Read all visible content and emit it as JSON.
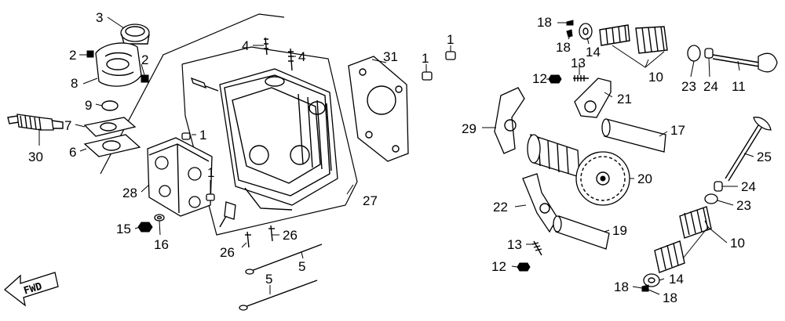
{
  "direction_label": "FWD",
  "callouts": [
    {
      "id": "c3",
      "text": "3"
    },
    {
      "id": "c2a",
      "text": "2"
    },
    {
      "id": "c2b",
      "text": "2"
    },
    {
      "id": "c8",
      "text": "8"
    },
    {
      "id": "c9",
      "text": "9"
    },
    {
      "id": "c7",
      "text": "7"
    },
    {
      "id": "c6",
      "text": "6"
    },
    {
      "id": "c30",
      "text": "30"
    },
    {
      "id": "c1a",
      "text": "1"
    },
    {
      "id": "c28",
      "text": "28"
    },
    {
      "id": "c1b",
      "text": "1"
    },
    {
      "id": "c15",
      "text": "15"
    },
    {
      "id": "c16",
      "text": "16"
    },
    {
      "id": "c4a",
      "text": "4"
    },
    {
      "id": "c4b",
      "text": "4"
    },
    {
      "id": "c31",
      "text": "31"
    },
    {
      "id": "c1c",
      "text": "1"
    },
    {
      "id": "c1d",
      "text": "1"
    },
    {
      "id": "c27",
      "text": "27"
    },
    {
      "id": "c26a",
      "text": "26"
    },
    {
      "id": "c26b",
      "text": "26"
    },
    {
      "id": "c5a",
      "text": "5"
    },
    {
      "id": "c5b",
      "text": "5"
    },
    {
      "id": "c18a",
      "text": "18"
    },
    {
      "id": "c18b",
      "text": "18"
    },
    {
      "id": "c14a",
      "text": "14"
    },
    {
      "id": "c13a",
      "text": "13"
    },
    {
      "id": "c10a",
      "text": "10"
    },
    {
      "id": "c23a",
      "text": "23"
    },
    {
      "id": "c24a",
      "text": "24"
    },
    {
      "id": "c11",
      "text": "11"
    },
    {
      "id": "c12a",
      "text": "12"
    },
    {
      "id": "c21",
      "text": "21"
    },
    {
      "id": "c29",
      "text": "29"
    },
    {
      "id": "c17",
      "text": "17"
    },
    {
      "id": "c25",
      "text": "25"
    },
    {
      "id": "c20",
      "text": "20"
    },
    {
      "id": "c24b",
      "text": "24"
    },
    {
      "id": "c23b",
      "text": "23"
    },
    {
      "id": "c22",
      "text": "22"
    },
    {
      "id": "c19",
      "text": "19"
    },
    {
      "id": "c10b",
      "text": "10"
    },
    {
      "id": "c13b",
      "text": "13"
    },
    {
      "id": "c12b",
      "text": "12"
    },
    {
      "id": "c14b",
      "text": "14"
    },
    {
      "id": "c18c",
      "text": "18"
    },
    {
      "id": "c18d",
      "text": "18"
    }
  ]
}
